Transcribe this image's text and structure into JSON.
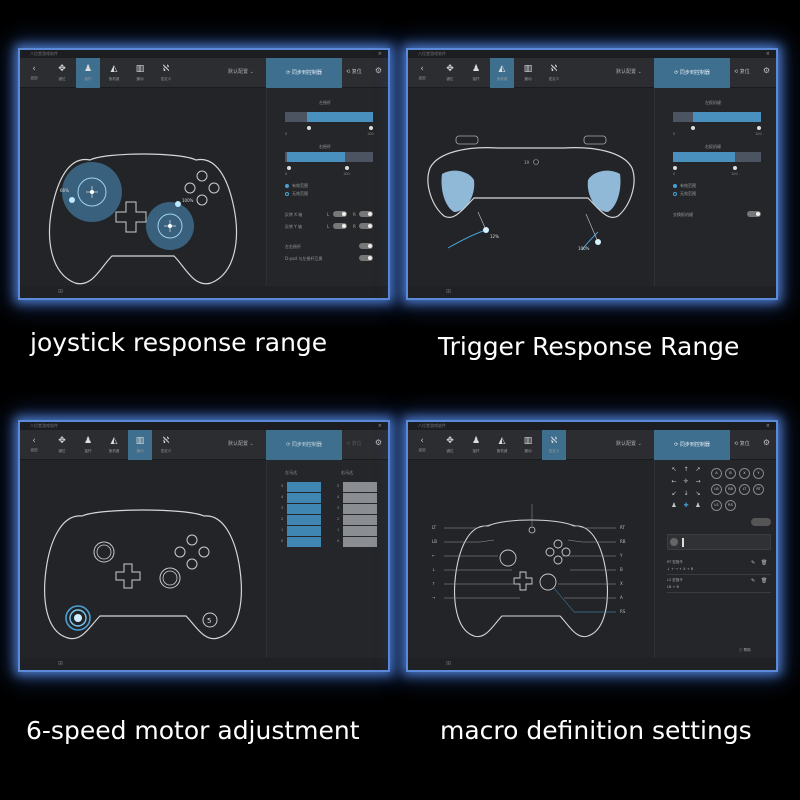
{
  "app_title": "八位堂游戏软件",
  "close_glyph": "×",
  "toolbar": {
    "back_label": "返回",
    "items": [
      {
        "icon": "button-mapping-icon",
        "glyph": "✥",
        "label": "键位"
      },
      {
        "icon": "joystick-icon",
        "glyph": "♟",
        "label": "摇杆"
      },
      {
        "icon": "trigger-icon",
        "glyph": "◭",
        "label": "扳机键"
      },
      {
        "icon": "vibration-icon",
        "glyph": "▥",
        "label": "震动"
      },
      {
        "icon": "macro-icon",
        "glyph": "ℵ",
        "label": "宏定义"
      }
    ],
    "preset": "默认配置 ⌄",
    "sync_label": "⟳ 同步到控制器",
    "reset_label": "⟲ 复位",
    "gear_glyph": "⚙"
  },
  "taskbar": {
    "win_glyph": "⊞"
  },
  "panels": {
    "joystick": {
      "caption": "joystick response range",
      "left_stick_label": "左摇杆",
      "right_stick_label": "右摇杆",
      "left_pct": "66%",
      "right_pct": "100%",
      "range": {
        "min": 0,
        "max": 100,
        "left_fill": [
          0.25,
          0.97
        ],
        "right_fill": [
          0.03,
          0.68
        ]
      },
      "tick_min": "0",
      "tick_max": "100",
      "radio_1": "有效范围",
      "radio_2": "无效范围",
      "invert_x_label": "反转 X 轴",
      "invert_y_label": "反转 Y 轴",
      "swap_label": "左右摇杆",
      "dpad_label": "D-pad 与左摇杆互换",
      "toggle_nums": [
        "L",
        "R"
      ]
    },
    "trigger": {
      "caption": "Trigger Response Range",
      "left_label": "左扳机键",
      "right_label": "右扳机键",
      "left_pct": "12%",
      "right_pct": "100%",
      "range": {
        "left_fill": [
          0.3,
          1.0
        ],
        "right_fill": [
          0.0,
          0.7
        ]
      },
      "tick_min": "0",
      "tick_max": "100",
      "radio_1": "有效范围",
      "radio_2": "无效范围",
      "swap_label": "交换扳机键",
      "home_label": "19"
    },
    "motor": {
      "caption": "6-speed motor adjustment",
      "left_head": "左马达",
      "right_head": "右马达",
      "levels": [
        "5",
        "4",
        "3",
        "2",
        "1",
        "0"
      ],
      "gear_badge": "5"
    },
    "macro": {
      "caption": "macro definition settings",
      "left_labels": [
        "LT",
        "LB",
        "←",
        "↓",
        "↑",
        "→"
      ],
      "right_labels": [
        "RT",
        "RB",
        "Y",
        "B",
        "X",
        "A",
        "RS"
      ],
      "face_buttons": [
        "A",
        "B",
        "X",
        "Y",
        "LB",
        "RB",
        "LT",
        "RT",
        "LS",
        "RS"
      ],
      "entry_1_title": "RT 宏指令",
      "entry_1_seq": "↓ + → + X + B",
      "entry_2_title": "LS 宏指令",
      "entry_2_seq": "LB + B",
      "tip": "ⓘ 帮助",
      "edit_glyph": "✎",
      "delete_glyph": "🗑"
    }
  }
}
